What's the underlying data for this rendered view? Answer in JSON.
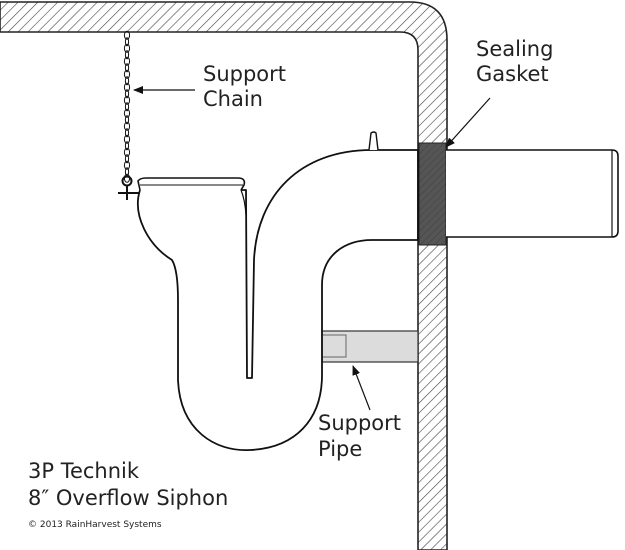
{
  "labels": {
    "support_chain": [
      "Support",
      "Chain"
    ],
    "sealing_gasket": [
      "Sealing",
      "Gasket"
    ],
    "support_pipe": [
      "Support",
      "Pipe"
    ]
  },
  "title": {
    "line1": "3P Technik",
    "line2": "8″ Overflow Siphon"
  },
  "copyright": "© 2013 RainHarvest Systems",
  "colors": {
    "wall_stroke": "#222222",
    "hatch": "#444444",
    "gasket": "#555555",
    "support_pipe_fill": "#dcdcdc",
    "pipe_stroke": "#111111"
  }
}
